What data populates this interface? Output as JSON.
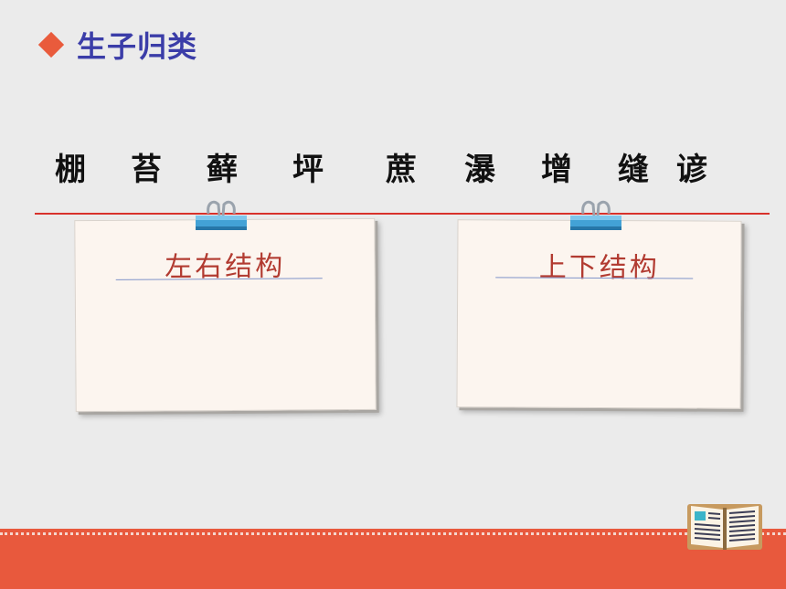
{
  "header": {
    "title": "生子归类",
    "bullet_icon": "diamond-icon",
    "accent_color": "#e95b3c",
    "title_color": "#3b3da8"
  },
  "characters": [
    "棚",
    "苔",
    "藓",
    "坪",
    "蔗",
    "瀑",
    "增",
    "缝",
    "谚"
  ],
  "cards": [
    {
      "label": "左右结构"
    },
    {
      "label": "上下结构"
    }
  ],
  "decor": {
    "clip_icon": "binder-clip-icon",
    "book_icon": "open-book-icon",
    "band_color": "#e8593d"
  }
}
